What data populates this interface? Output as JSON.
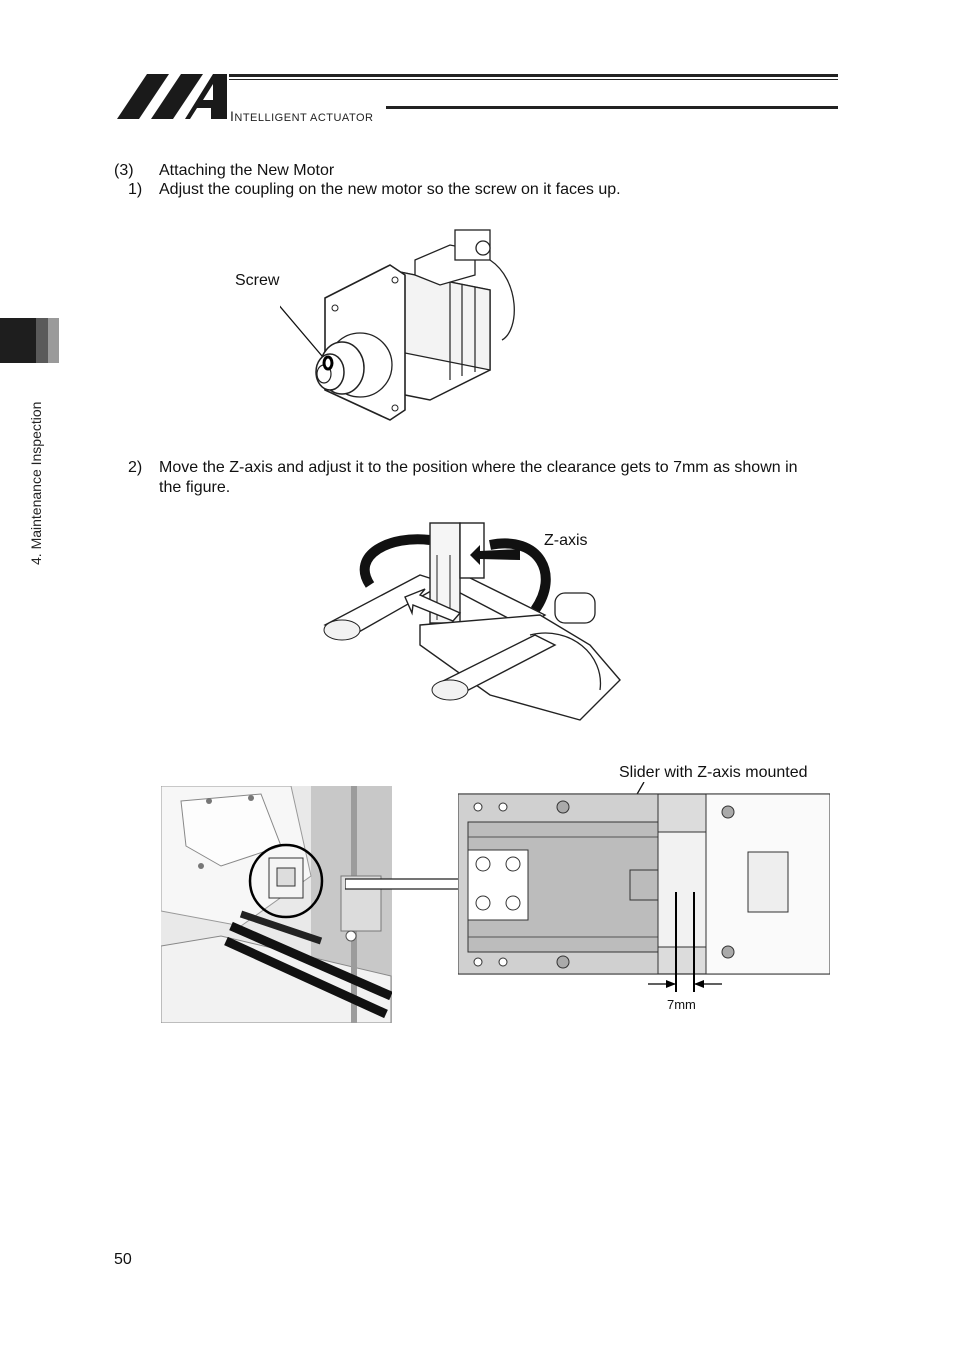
{
  "header": {
    "brand_suffix": "NTELLIGENT ACTUATOR",
    "logo_letters": "IAI"
  },
  "side_tab": {
    "label": "4. Maintenance Inspection"
  },
  "section": {
    "number": "(3)",
    "title": "Attaching the New Motor"
  },
  "steps": [
    {
      "number": "1)",
      "text": "Adjust the coupling on the new motor so the screw on it faces up."
    },
    {
      "number": "2)",
      "text_line1": "Move the Z-axis and adjust it to the position where the clearance gets to 7mm as shown in",
      "text_line2": "the figure."
    }
  ],
  "figures": {
    "motor_label": "Screw",
    "robot_label": "Z-axis",
    "slider_label": "Slider with Z-axis mounted",
    "clearance_label": "7mm"
  },
  "page_number": "50"
}
